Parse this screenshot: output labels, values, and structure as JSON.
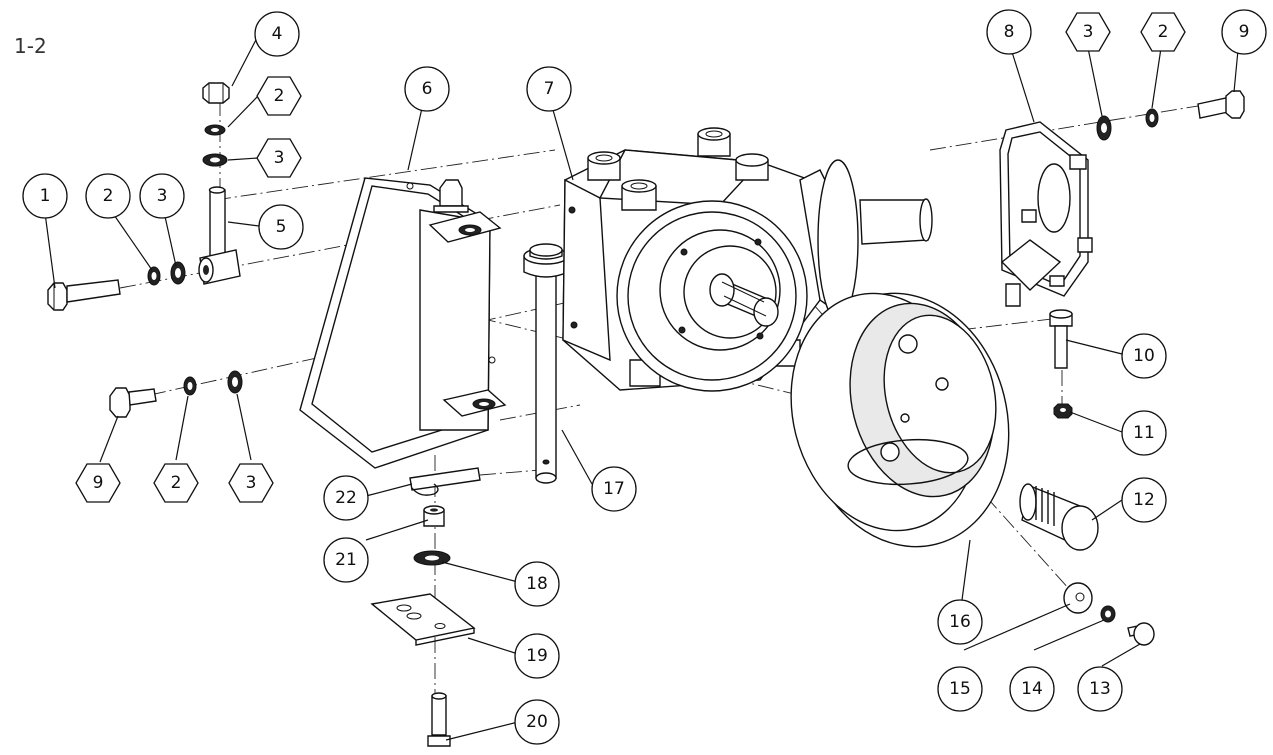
{
  "page_label": "1-2",
  "callouts": [
    {
      "id": "c4",
      "label": "4",
      "shape": "circle"
    },
    {
      "id": "c2a",
      "label": "2",
      "shape": "hexagon"
    },
    {
      "id": "c3a",
      "label": "3",
      "shape": "hexagon"
    },
    {
      "id": "c5",
      "label": "5",
      "shape": "circle"
    },
    {
      "id": "c1",
      "label": "1",
      "shape": "circle"
    },
    {
      "id": "c2b",
      "label": "2",
      "shape": "circle"
    },
    {
      "id": "c3b",
      "label": "3",
      "shape": "circle"
    },
    {
      "id": "c6",
      "label": "6",
      "shape": "circle"
    },
    {
      "id": "c7",
      "label": "7",
      "shape": "circle"
    },
    {
      "id": "c8",
      "label": "8",
      "shape": "circle"
    },
    {
      "id": "c3c",
      "label": "3",
      "shape": "hexagon"
    },
    {
      "id": "c2c",
      "label": "2",
      "shape": "hexagon"
    },
    {
      "id": "c9a",
      "label": "9",
      "shape": "circle"
    },
    {
      "id": "c10",
      "label": "10",
      "shape": "circle"
    },
    {
      "id": "c11",
      "label": "11",
      "shape": "circle"
    },
    {
      "id": "c12",
      "label": "12",
      "shape": "circle"
    },
    {
      "id": "c9b",
      "label": "9",
      "shape": "hexagon"
    },
    {
      "id": "c2d",
      "label": "2",
      "shape": "hexagon"
    },
    {
      "id": "c3d",
      "label": "3",
      "shape": "hexagon"
    },
    {
      "id": "c22",
      "label": "22",
      "shape": "circle"
    },
    {
      "id": "c17",
      "label": "17",
      "shape": "circle"
    },
    {
      "id": "c21",
      "label": "21",
      "shape": "circle"
    },
    {
      "id": "c18",
      "label": "18",
      "shape": "circle"
    },
    {
      "id": "c19",
      "label": "19",
      "shape": "circle"
    },
    {
      "id": "c20",
      "label": "20",
      "shape": "circle"
    },
    {
      "id": "c16",
      "label": "16",
      "shape": "circle"
    },
    {
      "id": "c15",
      "label": "15",
      "shape": "circle"
    },
    {
      "id": "c14",
      "label": "14",
      "shape": "circle"
    },
    {
      "id": "c13",
      "label": "13",
      "shape": "circle"
    }
  ]
}
